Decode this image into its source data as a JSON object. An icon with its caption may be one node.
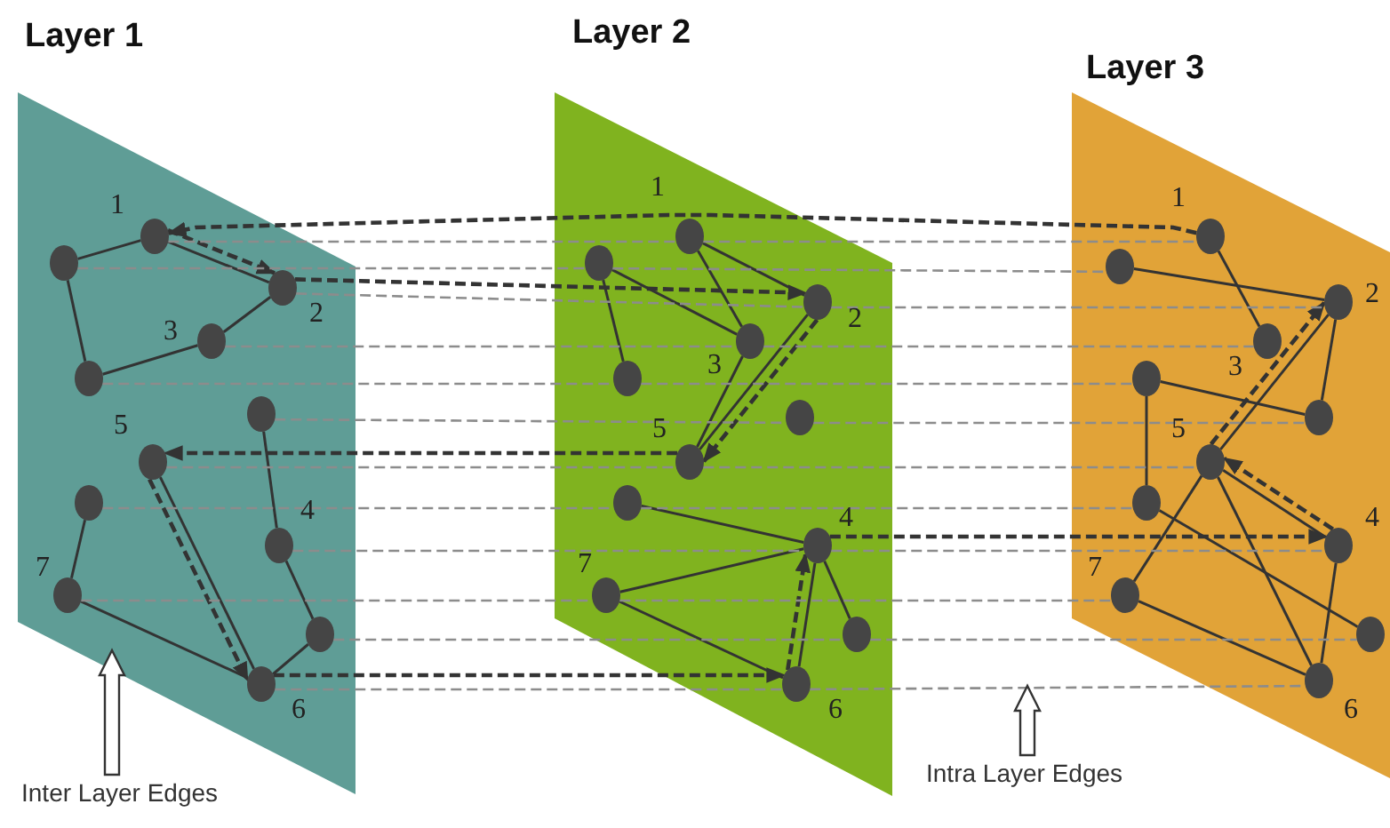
{
  "diagram": {
    "nodes": [
      {
        "text": [
          "Layer 1"
        ]
      },
      {
        "text": [],
        "shape": "circle",
        "in": 0,
        "beside": [
          "1"
        ]
      },
      {
        "text": [],
        "shape": "circle",
        "in": 0
      },
      {
        "text": [],
        "shape": "circle",
        "in": 0,
        "beside": [
          "2"
        ]
      },
      {
        "text": [],
        "shape": "circle",
        "in": 0,
        "beside": [
          "3"
        ]
      },
      {
        "text": [],
        "shape": "circle",
        "in": 0
      },
      {
        "text": [],
        "shape": "circle",
        "in": 0
      },
      {
        "text": [],
        "shape": "circle",
        "in": 0,
        "beside": [
          "5"
        ]
      },
      {
        "text": [],
        "shape": "circle",
        "in": 0
      },
      {
        "text": [],
        "shape": "circle",
        "in": 0,
        "beside": [
          "4"
        ]
      },
      {
        "text": [],
        "shape": "circle",
        "in": 0,
        "beside": [
          "7"
        ]
      },
      {
        "text": [],
        "shape": "circle",
        "in": 0
      },
      {
        "text": [],
        "shape": "circle",
        "in": 0,
        "beside": [
          "6"
        ]
      },
      {
        "text": [
          "Layer 2"
        ]
      },
      {
        "text": [],
        "shape": "circle",
        "in": 13,
        "beside": [
          "1"
        ]
      },
      {
        "text": [],
        "shape": "circle",
        "in": 13
      },
      {
        "text": [],
        "shape": "circle",
        "in": 13,
        "beside": [
          "2"
        ]
      },
      {
        "text": [],
        "shape": "circle",
        "in": 13,
        "beside": [
          "3"
        ]
      },
      {
        "text": [],
        "shape": "circle",
        "in": 13
      },
      {
        "text": [],
        "shape": "circle",
        "in": 13
      },
      {
        "text": [],
        "shape": "circle",
        "in": 13,
        "beside": [
          "5"
        ]
      },
      {
        "text": [],
        "shape": "circle",
        "in": 13
      },
      {
        "text": [],
        "shape": "circle",
        "in": 13,
        "beside": [
          "4"
        ]
      },
      {
        "text": [],
        "shape": "circle",
        "in": 13,
        "beside": [
          "7"
        ]
      },
      {
        "text": [],
        "shape": "circle",
        "in": 13
      },
      {
        "text": [],
        "shape": "circle",
        "in": 13,
        "beside": [
          "6"
        ]
      },
      {
        "text": [
          "Layer 3"
        ]
      },
      {
        "text": [],
        "shape": "circle",
        "in": 26,
        "beside": [
          "1"
        ]
      },
      {
        "text": [],
        "shape": "circle",
        "in": 26
      },
      {
        "text": [],
        "shape": "circle",
        "in": 26,
        "beside": [
          "2"
        ]
      },
      {
        "text": [],
        "shape": "circle",
        "in": 26,
        "beside": [
          "3"
        ]
      },
      {
        "text": [],
        "shape": "circle",
        "in": 26
      },
      {
        "text": [],
        "shape": "circle",
        "in": 26
      },
      {
        "text": [],
        "shape": "circle",
        "in": 26,
        "beside": [
          "5"
        ]
      },
      {
        "text": [],
        "shape": "circle",
        "in": 26
      },
      {
        "text": [],
        "shape": "circle",
        "in": 26,
        "beside": [
          "4"
        ]
      },
      {
        "text": [],
        "shape": "circle",
        "in": 26,
        "beside": [
          "7"
        ]
      },
      {
        "text": [],
        "shape": "circle",
        "in": 26
      },
      {
        "text": [],
        "shape": "circle",
        "in": 26,
        "beside": [
          "6"
        ]
      },
      {
        "text": [
          "Inter Layer Edges"
        ]
      },
      {
        "text": [
          "Intra Layer Edges"
        ]
      }
    ],
    "edges": [
      {
        "from": 2,
        "to": 1,
        "arrow": "none"
      },
      {
        "from": 1,
        "to": 3,
        "arrow": "none"
      },
      {
        "from": 3,
        "to": 4,
        "arrow": "none"
      },
      {
        "from": 4,
        "to": 5,
        "arrow": "none"
      },
      {
        "from": 5,
        "to": 2,
        "arrow": "none"
      },
      {
        "from": 6,
        "to": 9,
        "arrow": "none"
      },
      {
        "from": 9,
        "to": 11,
        "arrow": "none"
      },
      {
        "from": 11,
        "to": 12,
        "arrow": "none"
      },
      {
        "from": 12,
        "to": 10,
        "arrow": "none"
      },
      {
        "from": 10,
        "to": 8,
        "arrow": "none"
      },
      {
        "from": 7,
        "to": 12,
        "arrow": "none"
      },
      {
        "from": 1,
        "to": 3,
        "arrow": "to",
        "style": "dashed"
      },
      {
        "from": 7,
        "to": 12,
        "arrow": "to",
        "style": "dashed"
      },
      {
        "from": 14,
        "to": 16,
        "arrow": "none"
      },
      {
        "from": 14,
        "to": 17,
        "arrow": "none"
      },
      {
        "from": 15,
        "to": 17,
        "arrow": "none"
      },
      {
        "from": 15,
        "to": 18,
        "arrow": "none"
      },
      {
        "from": 17,
        "to": 20,
        "arrow": "none"
      },
      {
        "from": 16,
        "to": 20,
        "arrow": "none"
      },
      {
        "from": 21,
        "to": 22,
        "arrow": "none"
      },
      {
        "from": 22,
        "to": 23,
        "arrow": "none"
      },
      {
        "from": 23,
        "to": 25,
        "arrow": "none"
      },
      {
        "from": 25,
        "to": 22,
        "arrow": "none"
      },
      {
        "from": 24,
        "to": 22,
        "arrow": "none"
      },
      {
        "from": 16,
        "to": 20,
        "arrow": "to",
        "style": "dashed"
      },
      {
        "from": 25,
        "to": 22,
        "arrow": "to",
        "style": "dashed"
      },
      {
        "from": 27,
        "to": 30,
        "arrow": "none"
      },
      {
        "from": 28,
        "to": 29,
        "arrow": "none"
      },
      {
        "from": 29,
        "to": 32,
        "arrow": "none"
      },
      {
        "from": 31,
        "to": 32,
        "arrow": "none"
      },
      {
        "from": 31,
        "to": 34,
        "arrow": "none"
      },
      {
        "from": 34,
        "to": 37,
        "arrow": "none"
      },
      {
        "from": 33,
        "to": 36,
        "arrow": "none"
      },
      {
        "from": 33,
        "to": 38,
        "arrow": "none"
      },
      {
        "from": 33,
        "to": 35,
        "arrow": "none"
      },
      {
        "from": 35,
        "to": 38,
        "arrow": "none"
      },
      {
        "from": 36,
        "to": 38,
        "arrow": "none"
      },
      {
        "from": 33,
        "to": 29,
        "arrow": "none"
      },
      {
        "from": 35,
        "to": 33,
        "arrow": "to",
        "style": "dashed"
      },
      {
        "from": 33,
        "to": 29,
        "arrow": "to",
        "style": "dashed"
      },
      {
        "from": 27,
        "to": 1,
        "arrow": "to",
        "style": "dashed"
      },
      {
        "from": 3,
        "to": 16,
        "arrow": "to",
        "style": "dashed"
      },
      {
        "from": 20,
        "to": 7,
        "arrow": "to",
        "style": "dashed"
      },
      {
        "from": 12,
        "to": 25,
        "arrow": "to",
        "style": "dashed"
      },
      {
        "from": 22,
        "to": 35,
        "arrow": "to",
        "style": "dashed"
      },
      {
        "from": 1,
        "to": 14,
        "arrow": "none",
        "style": "dashed",
        "color": "#8c8c8c"
      },
      {
        "from": 2,
        "to": 15,
        "arrow": "none",
        "style": "dashed",
        "color": "#8c8c8c"
      },
      {
        "from": 3,
        "to": 16,
        "arrow": "none",
        "style": "dashed",
        "color": "#8c8c8c"
      },
      {
        "from": 4,
        "to": 17,
        "arrow": "none",
        "style": "dashed",
        "color": "#8c8c8c"
      },
      {
        "from": 5,
        "to": 18,
        "arrow": "none",
        "style": "dashed",
        "color": "#8c8c8c"
      },
      {
        "from": 6,
        "to": 19,
        "arrow": "none",
        "style": "dashed",
        "color": "#8c8c8c"
      },
      {
        "from": 7,
        "to": 20,
        "arrow": "none",
        "style": "dashed",
        "color": "#8c8c8c"
      },
      {
        "from": 8,
        "to": 21,
        "arrow": "none",
        "style": "dashed",
        "color": "#8c8c8c"
      },
      {
        "from": 9,
        "to": 22,
        "arrow": "none",
        "style": "dashed",
        "color": "#8c8c8c"
      },
      {
        "from": 10,
        "to": 23,
        "arrow": "none",
        "style": "dashed",
        "color": "#8c8c8c"
      },
      {
        "from": 11,
        "to": 24,
        "arrow": "none",
        "style": "dashed",
        "color": "#8c8c8c"
      },
      {
        "from": 12,
        "to": 25,
        "arrow": "none",
        "style": "dashed",
        "color": "#8c8c8c"
      },
      {
        "from": 14,
        "to": 27,
        "arrow": "none",
        "style": "dashed",
        "color": "#8c8c8c"
      },
      {
        "from": 15,
        "to": 28,
        "arrow": "none",
        "style": "dashed",
        "color": "#8c8c8c"
      },
      {
        "from": 16,
        "to": 29,
        "arrow": "none",
        "style": "dashed",
        "color": "#8c8c8c"
      },
      {
        "from": 17,
        "to": 30,
        "arrow": "none",
        "style": "dashed",
        "color": "#8c8c8c"
      },
      {
        "from": 18,
        "to": 31,
        "arrow": "none",
        "style": "dashed",
        "color": "#8c8c8c"
      },
      {
        "from": 19,
        "to": 32,
        "arrow": "none",
        "style": "dashed",
        "color": "#8c8c8c"
      },
      {
        "from": 20,
        "to": 33,
        "arrow": "none",
        "style": "dashed",
        "color": "#8c8c8c"
      },
      {
        "from": 21,
        "to": 34,
        "arrow": "none",
        "style": "dashed",
        "color": "#8c8c8c"
      },
      {
        "from": 22,
        "to": 35,
        "arrow": "none",
        "style": "dashed",
        "color": "#8c8c8c"
      },
      {
        "from": 23,
        "to": 36,
        "arrow": "none",
        "style": "dashed",
        "color": "#8c8c8c"
      },
      {
        "from": 24,
        "to": 37,
        "arrow": "none",
        "style": "dashed",
        "color": "#8c8c8c"
      },
      {
        "from": 25,
        "to": 38,
        "arrow": "none",
        "style": "dashed",
        "color": "#8c8c8c"
      },
      {
        "from": 39,
        "to": null,
        "arrow": "to"
      },
      {
        "from": 40,
        "to": null,
        "arrow": "to"
      }
    ]
  }
}
